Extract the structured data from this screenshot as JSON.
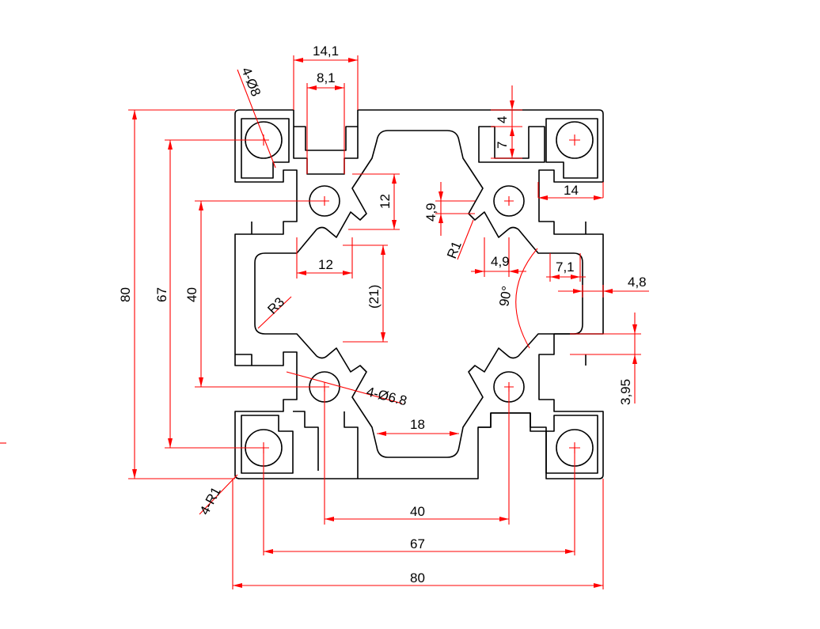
{
  "colors": {
    "profile": "#000000",
    "dimension": "#ff0000",
    "background": "#ffffff"
  },
  "dims": {
    "w14_1": "14,1",
    "w8_1": "8,1",
    "hole8": "4-Ø8",
    "v4": "4",
    "v7": "7",
    "h14": "14",
    "v12": "12",
    "v4_9": "4,9",
    "r1": "R1",
    "h4_9": "4,9",
    "h7_1": "7,1",
    "h4_8": "4,8",
    "h12": "12",
    "v21": "(21)",
    "r3": "R3",
    "ang90": "90°",
    "hole6_8": "4-Ø6.8",
    "h18": "18",
    "v3_95": "3,95",
    "v80": "80",
    "v67": "67",
    "v40": "40",
    "r1_corner": "4-R1",
    "b40": "40",
    "b67": "67",
    "b80": "80"
  }
}
